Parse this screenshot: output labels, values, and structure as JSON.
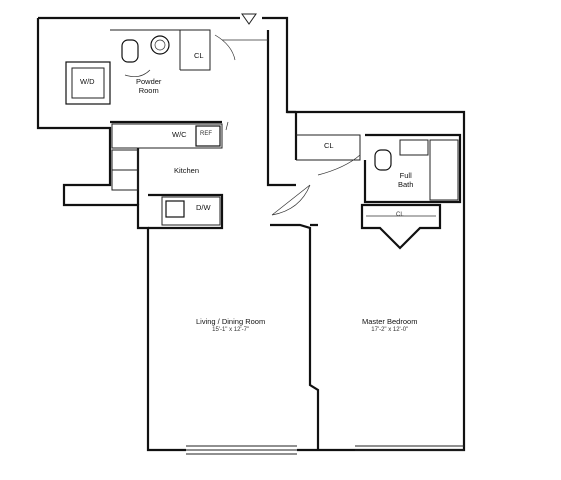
{
  "rooms": {
    "powder_room": [
      "Powder",
      "Room"
    ],
    "kitchen": "Kitchen",
    "living": {
      "name": "Living / Dining Room",
      "dims": "15'-1\" x 12'-7\""
    },
    "master": {
      "name": "Master Bedroom",
      "dims": "17'-2\" x 12'-0\""
    },
    "full_bath": [
      "Full",
      "Bath"
    ]
  },
  "fixtures": {
    "wd": "W/D",
    "wc": "W/C",
    "ref": "REF",
    "dw": "D/W",
    "cl_top": "CL",
    "cl_hall": "CL",
    "cl_bedroom": "CL"
  }
}
